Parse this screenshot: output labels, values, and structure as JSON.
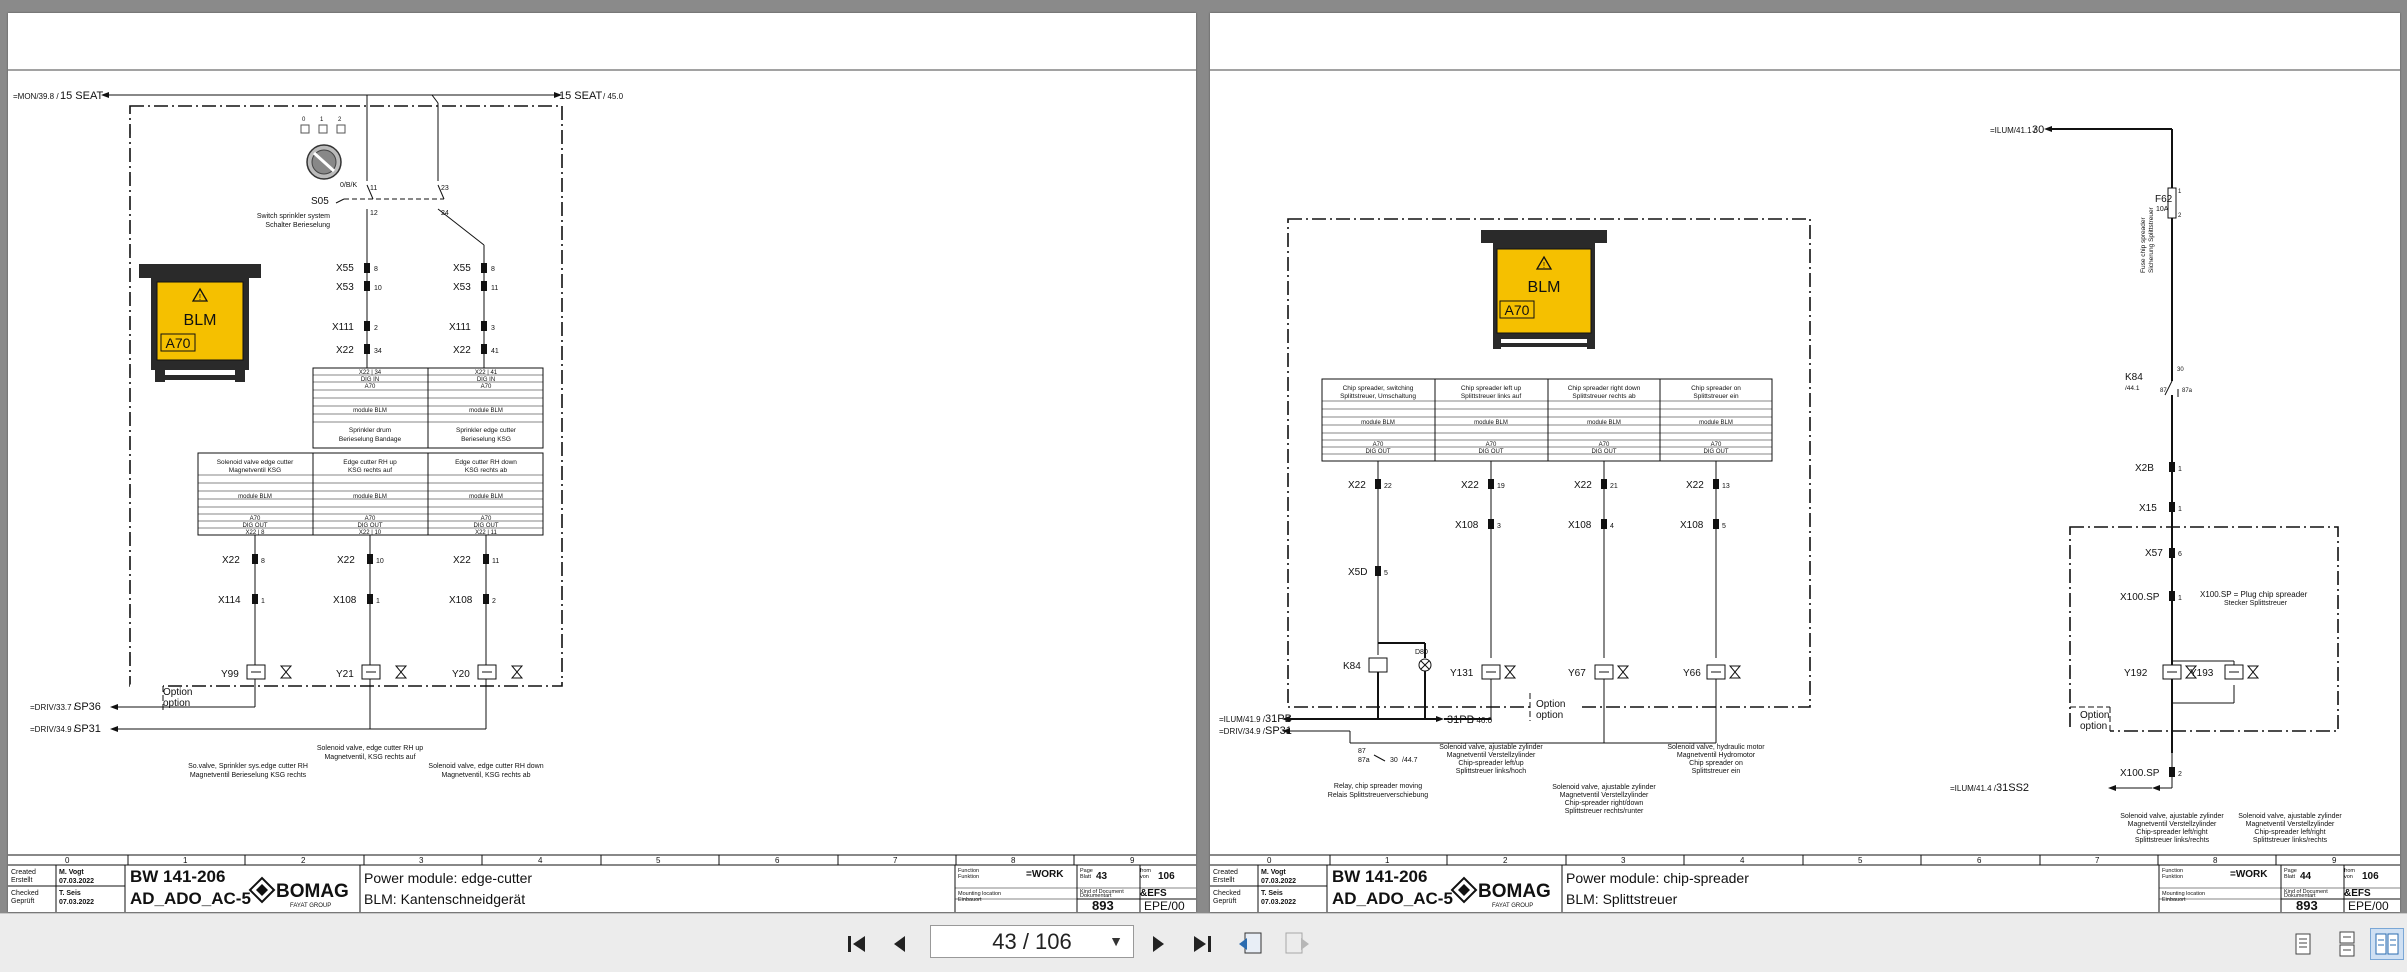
{
  "viewer": {
    "page_indicator": "43 / 106",
    "colors": {
      "background": "#8a8a8a",
      "toolbar": "#ececec",
      "warning_yellow": "#f5c000",
      "module_body": "#2a2a2a"
    }
  },
  "pages": [
    {
      "id": "left",
      "refs": {
        "top_in_label": "=MON/39.8 /",
        "top_in_num": "15 SEAT",
        "top_out_num": "15 SEAT",
        "top_out_label": "/ 45.0",
        "bot1_label": "=DRIV/33.7 /",
        "bot1_num": "SP36",
        "bot2_label": "=DRIV/34.9 /",
        "bot2_num": "SP31"
      },
      "module": {
        "name": "BLM",
        "id": "A70"
      },
      "switch": {
        "pos_labels": [
          "0",
          "1",
          "2"
        ],
        "code": "S05",
        "contact_label": "0/B/K",
        "description_en": "Switch sprinkler system",
        "description_de": "Schalter Berieselung",
        "pins": [
          "11",
          "12",
          "23",
          "24"
        ]
      },
      "connectors": [
        {
          "n": "X55",
          "p": "8"
        },
        {
          "n": "X53",
          "p": "10"
        },
        {
          "n": "X111",
          "p": "2"
        },
        {
          "n": "X22",
          "p": "34"
        },
        {
          "n": "X55",
          "p": "8"
        },
        {
          "n": "X53",
          "p": "11"
        },
        {
          "n": "X111",
          "p": "3"
        },
        {
          "n": "X22",
          "p": "41"
        }
      ],
      "in_table": {
        "cols": [
          {
            "pin": "X22 | 34",
            "type": "DIG IN",
            "mod": "A70",
            "blm": "module BLM",
            "f1": "Sprinkler drum",
            "f2": "Berieselung Bandage"
          },
          {
            "pin": "X22 | 41",
            "type": "DIG IN",
            "mod": "A70",
            "blm": "module BLM",
            "f1": "Sprinkler edge cutter",
            "f2": "Berieselung KSG"
          }
        ]
      },
      "out_table": {
        "cols": [
          {
            "f1": "Solenoid valve edge cutter",
            "f2": "Magnetventil KSG",
            "blm": "module BLM",
            "mod": "A70",
            "type": "DIG OUT",
            "pin": "X22 | 8"
          },
          {
            "f1": "Edge cutter RH up",
            "f2": "KSG rechts auf",
            "blm": "module BLM",
            "mod": "A70",
            "type": "DIG OUT",
            "pin": "X22 | 10"
          },
          {
            "f1": "Edge cutter RH down",
            "f2": "KSG rechts ab",
            "blm": "module BLM",
            "mod": "A70",
            "type": "DIG OUT",
            "pin": "X22 | 11"
          }
        ]
      },
      "outputs": [
        {
          "x22": "X22",
          "p22": "8",
          "conn": "X114",
          "pc": "1",
          "valve": "Y99"
        },
        {
          "x22": "X22",
          "p22": "10",
          "conn": "X108",
          "pc": "1",
          "valve": "Y21"
        },
        {
          "x22": "X22",
          "p22": "11",
          "conn": "X108",
          "pc": "2",
          "valve": "Y20"
        }
      ],
      "option": [
        "Option",
        "option"
      ],
      "descriptions": [
        [
          "So.valve, Sprinkler sys.edge cutter RH",
          "Magnetventil Berieselung KSG rechts"
        ],
        [
          "Solenoid valve, edge cutter RH up",
          "Magnetventil, KSG rechts auf"
        ],
        [
          "Solenoid valve, edge cutter RH down",
          "Magnetventil, KSG rechts ab"
        ]
      ],
      "title_block": {
        "col_numbers": [
          "0",
          "1",
          "2",
          "3",
          "4",
          "5",
          "6",
          "7",
          "8",
          "9"
        ],
        "created_label": "Created",
        "created_label_de": "Erstellt",
        "created_name": "M. Vogt",
        "created_date": "07.03.2022",
        "checked_label": "Checked",
        "checked_label_de": "Geprüft",
        "checked_name": "T. Seis",
        "checked_date": "07.03.2022",
        "model": "BW 141-206",
        "variant": "AD_ADO_AC-5",
        "brand": "BOMAG",
        "brand_sub": "FAYAT GROUP",
        "title_en": "Power module: edge-cutter",
        "title_de": "BLM: Kantenschneidgerät",
        "function_label": "Function",
        "function_label_de": "Funktion",
        "function_value": "=WORK",
        "mounting_label": "Mounting location",
        "mounting_label_de": "Einbauort",
        "kind_label": "Kind of Document",
        "kind_label_de": "Dokumentart",
        "kind_value": "&EFS",
        "page_label": "Page",
        "page_label_de": "Blatt",
        "page": "43",
        "from_label": "from",
        "from_label_de": "von",
        "total": "106",
        "doc_num": "893",
        "revision": "EPE/00"
      }
    },
    {
      "id": "right",
      "refs": {
        "top_in_label": "=ILUM/41.1 /",
        "top_in_num": "30",
        "left1_label": "=ILUM/41.9 /",
        "left1_num": "31PB",
        "left2_label": "=DRIV/34.9 /",
        "left2_num": "SP31",
        "mid_out_num": "31PB",
        "mid_out_label": "/ 46.0",
        "bot_label": "=ILUM/41.4 /",
        "bot_num": "31SS2"
      },
      "module": {
        "name": "BLM",
        "id": "A70"
      },
      "fuse": {
        "code": "F62",
        "rating": "10A",
        "desc_en": "Fuse chip spreader",
        "desc_de": "Sicherung Splittstreuer",
        "p1": "1",
        "p2": "2"
      },
      "relay_k84": {
        "code": "K84",
        "ref": "/44.1",
        "pins": [
          "30",
          "87",
          "87a"
        ]
      },
      "connectors_right": [
        {
          "n": "X2B",
          "p": "1"
        },
        {
          "n": "X15",
          "p": "1"
        },
        {
          "n": "X57",
          "p": "6"
        },
        {
          "n": "X100.SP",
          "p": "1"
        },
        {
          "n": "X100.SP",
          "p": "2"
        }
      ],
      "plug_desc": [
        "X100.SP = Plug chip spreader",
        "Stecker Splittstreuer"
      ],
      "table": {
        "cols": [
          {
            "f1": "Chip spreader, switching",
            "f2": "Splittstreuer, Umschaltung",
            "blm": "module BLM",
            "mod": "A70",
            "type": "DIG OUT",
            "pin": "X22 | 22"
          },
          {
            "f1": "Chip spreader left up",
            "f2": "Splittstreuer links auf",
            "blm": "module BLM",
            "mod": "A70",
            "type": "DIG OUT",
            "pin": "X22 | 19"
          },
          {
            "f1": "Chip spreader right down",
            "f2": "Splittstreuer rechts ab",
            "blm": "module BLM",
            "mod": "A70",
            "type": "DIG OUT",
            "pin": "X22 | 21"
          },
          {
            "f1": "Chip spreader on",
            "f2": "Splittstreuer ein",
            "blm": "module BLM",
            "mod": "A70",
            "type": "DIG OUT",
            "pin": "X22 | 13"
          }
        ]
      },
      "chains": [
        {
          "x22": "X22",
          "p22": "22",
          "c2": "X5D",
          "p2": "5",
          "dev": "K84",
          "extra": "D80"
        },
        {
          "x22": "X22",
          "p22": "19",
          "c2": "X108",
          "p2": "3",
          "dev": "Y131"
        },
        {
          "x22": "X22",
          "p22": "21",
          "c2": "X108",
          "p2": "4",
          "dev": "Y67"
        },
        {
          "x22": "X22",
          "p22": "13",
          "c2": "X108",
          "p2": "5",
          "dev": "Y66"
        }
      ],
      "valves_right": [
        "Y192",
        "Y193"
      ],
      "option": [
        "Option",
        "option"
      ],
      "relay_contacts": {
        "p87": "87",
        "p87a": "87a",
        "p30": "30",
        "ref": "/44.7"
      },
      "descriptions": [
        [
          "Relay, chip spreader moving",
          "Relais Splittstreuerverschiebung"
        ],
        [
          "Solenoid valve, ajustable zylinder",
          "Magnetventil Verstellzylinder",
          "Chip-spreader left/up",
          "Splittstreuer links/hoch"
        ],
        [
          "Solenoid valve, ajustable zylinder",
          "Magnetventil Verstellzylinder",
          "Chip-spreader right/down",
          "Splittstreuer rechts/runter"
        ],
        [
          "Solenoid valve, hydraulic motor",
          "Magnetventil Hydromotor",
          "Chip spreader on",
          "Splittstreuer ein"
        ],
        [
          "Solenoid valve, ajustable zylinder",
          "Magnetventil Verstellzylinder",
          "Chip-spreader left/right",
          "Splittstreuer links/rechts"
        ],
        [
          "Solenoid valve, ajustable zylinder",
          "Magnetventil Verstellzylinder",
          "Chip-spreader left/right",
          "Splittstreuer links/rechts"
        ]
      ],
      "title_block": {
        "col_numbers": [
          "0",
          "1",
          "2",
          "3",
          "4",
          "5",
          "6",
          "7",
          "8",
          "9"
        ],
        "created_label": "Created",
        "created_label_de": "Erstellt",
        "created_name": "M. Vogt",
        "created_date": "07.03.2022",
        "checked_label": "Checked",
        "checked_label_de": "Geprüft",
        "checked_name": "T. Seis",
        "checked_date": "07.03.2022",
        "model": "BW 141-206",
        "variant": "AD_ADO_AC-5",
        "brand": "BOMAG",
        "brand_sub": "FAYAT GROUP",
        "title_en": "Power module: chip-spreader",
        "title_de": "BLM: Splittstreuer",
        "function_label": "Function",
        "function_label_de": "Funktion",
        "function_value": "=WORK",
        "mounting_label": "Mounting location",
        "mounting_label_de": "Einbauort",
        "kind_label": "Kind of Document",
        "kind_label_de": "Dokumentart",
        "kind_value": "&EFS",
        "page_label": "Page",
        "page_label_de": "Blatt",
        "page": "44",
        "from_label": "from",
        "from_label_de": "von",
        "total": "106",
        "doc_num": "893",
        "revision": "EPE/00"
      }
    }
  ]
}
